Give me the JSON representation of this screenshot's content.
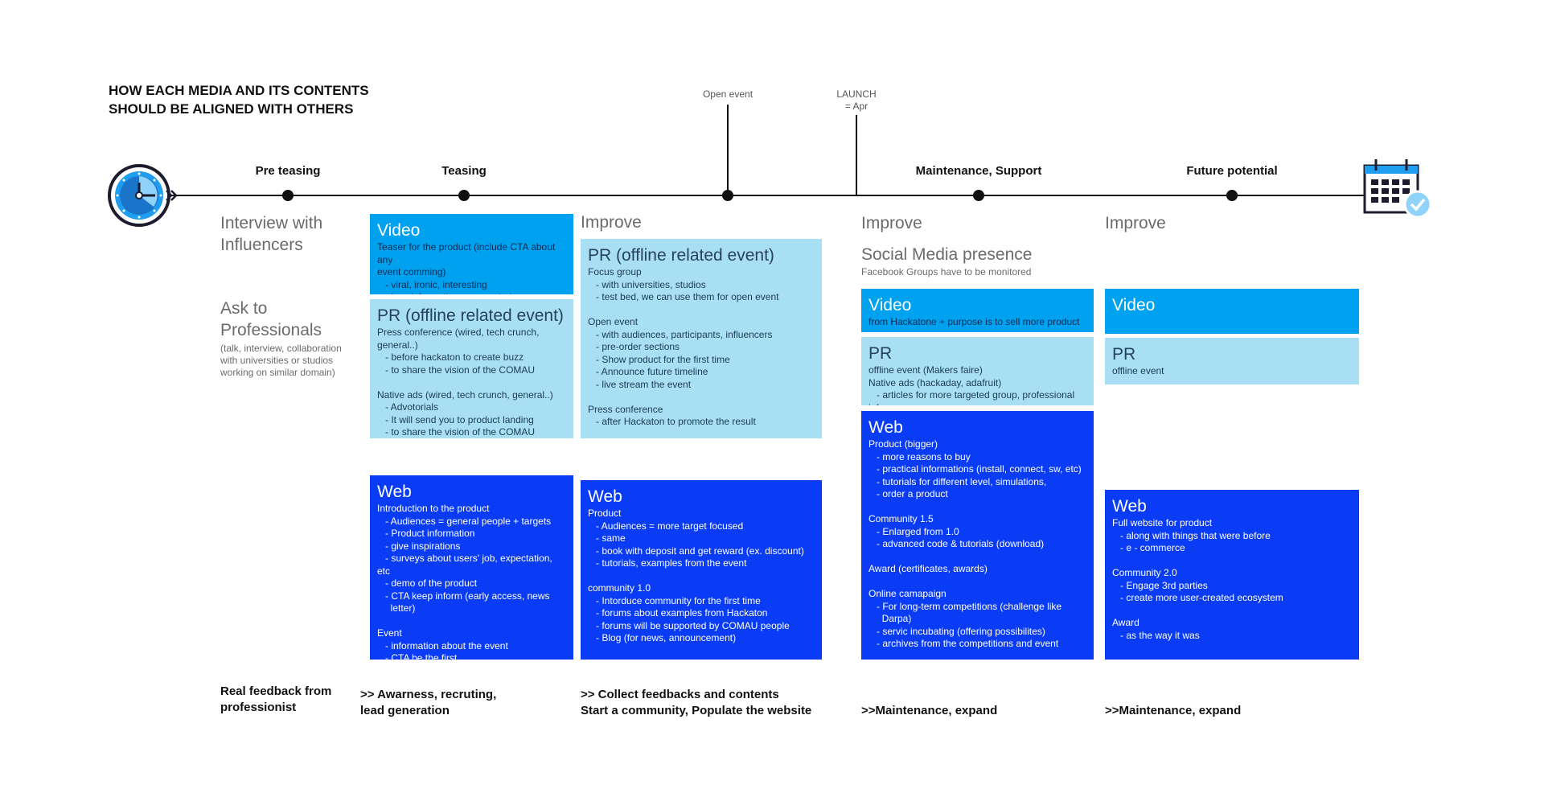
{
  "title": {
    "line1": "HOW EACH MEDIA AND ITS CONTENTS",
    "line2": "SHOULD BE ALIGNED WITH OTHERS"
  },
  "phases": [
    "Pre teasing",
    "Teasing",
    "Maintenance, Support",
    "Future potential"
  ],
  "milestones": {
    "open_event": "Open event",
    "launch_line1": "LAUNCH",
    "launch_line2": "= Apr"
  },
  "col1": {
    "interview": "Interview with\nInfluencers",
    "ask": "Ask to\nProfessionals",
    "ask_note": "(talk, interview, collaboration\nwith universities or studios\nworking on similar domain)",
    "outcome": "Real feedback from\nprofessionist"
  },
  "col2": {
    "video": {
      "title": "Video",
      "body": "Teaser for the product (include CTA about any\nevent comming)\n   - viral, ironic, interesting\n   - less informations, more stories"
    },
    "pr": {
      "title": "PR (offline related event)",
      "body": "Press conference (wired, tech crunch, general..)\n   - before hackaton to create buzz\n   - to share the vision of the COMAU\n\nNative ads (wired, tech crunch, general..)\n   - Advotorials\n   - It will send you to product landing\n   - to share the vision of the COMAU"
    },
    "web": {
      "title": "Web",
      "body": "Introduction to the product\n   - Audiences = general people + targets\n   - Product information\n   - give inspirations\n   - surveys about users' job, expectation, etc\n   - demo of the product\n   - CTA keep inform (early access, news\n     letter)\n\nEvent\n   - information about the event\n   - CTA be the first"
    },
    "outcome": ">> Awarness, recruting,\nlead generation"
  },
  "col3": {
    "improve": "Improve",
    "pr": {
      "title": "PR (offline related event)",
      "body": "Focus group\n   - with universities, studios\n   - test bed, we can use them for open event\n\nOpen event\n   - with audiences, participants, influencers\n   - pre-order sections\n   - Show product for the first time\n   - Announce future timeline\n   - live stream the event\n\nPress conference\n   - after Hackaton to promote the result"
    },
    "web": {
      "title": "Web",
      "body": "Product\n   - Audiences = more target focused\n   - same\n   - book with deposit and get reward (ex. discount)\n   - tutorials, examples from the event\n\ncommunity 1.0\n   - Intorduce community for the first time\n   - forums about examples from Hackaton\n   - forums will be supported by COMAU people\n   - Blog (for news, announcement)"
    },
    "outcome": ">> Collect feedbacks and contents\nStart a community, Populate the website"
  },
  "col4": {
    "improve": "Improve",
    "social": "Social Media presence",
    "social_note": "Facebook Groups have to be monitored",
    "video": {
      "title": "Video",
      "body": "from Hackatone + purpose is to sell more product"
    },
    "pr": {
      "title": "PR",
      "body": "offline event (Makers faire)\nNative ads (hackaday, adafruit)\n   - articles for more targeted group, professional info"
    },
    "web": {
      "title": "Web",
      "body": "Product (bigger)\n   - more reasons to buy\n   - practical informations (install, connect, sw, etc)\n   - tutorials for different level, simulations,\n   - order a product\n\nCommunity 1.5\n   - Enlarged from 1.0\n   - advanced code & tutorials (download)\n\nAward (certificates, awards)\n\nOnline camapaign\n   - For long-term competitions (challenge like\n     Darpa)\n   - servic incubating (offering possibilites)\n   - archives from the competitions and event"
    },
    "outcome": ">>Maintenance, expand"
  },
  "col5": {
    "improve": "Improve",
    "video": {
      "title": "Video",
      "body": ""
    },
    "pr": {
      "title": "PR",
      "body": "offline event"
    },
    "web": {
      "title": "Web",
      "body": "Full website for product\n   - along with things that were before\n   - e - commerce\n\nCommunity 2.0\n   - Engage 3rd parties\n   - create more user-created ecosystem\n\nAward\n   - as the way it was"
    },
    "outcome": ">>Maintenance, expand"
  },
  "colors": {
    "video": "#00a2f0",
    "pr": "#a9dff5",
    "web": "#0a3cf5",
    "icon": "#1f9ef0"
  }
}
